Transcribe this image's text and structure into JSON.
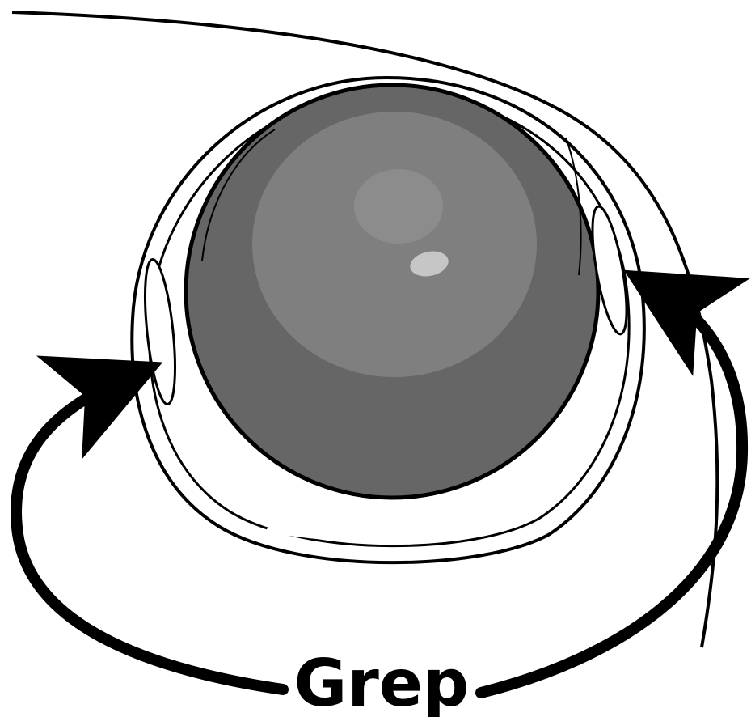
{
  "diagram": {
    "label": "Grep",
    "colors": {
      "background": "#ffffff",
      "ink": "#000000",
      "ball_outer": "#666666",
      "ball_inner": "#7f7f7f",
      "highlight_large": "#8c8c8c",
      "highlight_small": "#c6c6c6"
    },
    "parts": [
      "device-body-outline",
      "trackball-socket",
      "trackball",
      "grip-indents",
      "arrows",
      "label"
    ]
  }
}
